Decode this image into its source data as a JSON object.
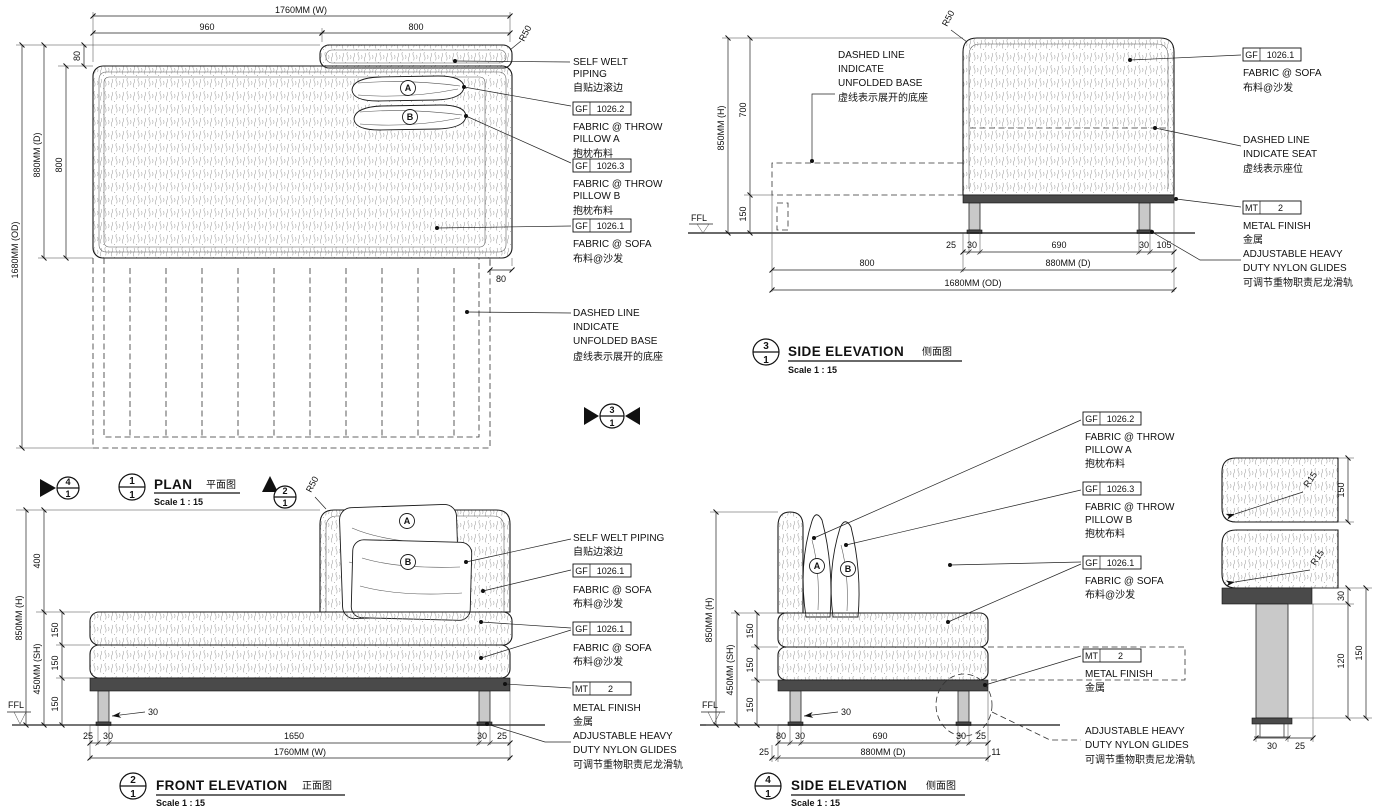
{
  "common": {
    "gf": "GF",
    "mt": "MT",
    "mt_num": "2",
    "code_sofa": "1026.1",
    "code_pillow_a": "1026.2",
    "code_pillow_b": "1026.3",
    "fabric_sofa": "FABRIC @ SOFA",
    "fabric_sofa_cn": "布料@沙发",
    "fabric_throw": "FABRIC @ THROW",
    "pillow_a": "PILLOW A",
    "pillow_b": "PILLOW B",
    "pillow_cn": "抱枕布料",
    "metal_finish": "METAL FINISH",
    "metal_cn": "金属",
    "glides_1": "ADJUSTABLE HEAVY",
    "glides_2": "DUTY NYLON GLIDES",
    "glides_cn": "可调节重物职责尼龙滑轨",
    "welt_1": "SELF WELT",
    "welt_2": "PIPING",
    "welt_line": "SELF WELT PIPING",
    "welt_cn": "自贴边滚边",
    "dashed_1": "DASHED LINE",
    "dashed_2": "INDICATE",
    "dashed_3": "UNFOLDED BASE",
    "dashed_cn": "虚线表示展开的底座",
    "seat_2": "INDICATE SEAT",
    "seat_cn": "虚线表示座位",
    "ffl": "FFL",
    "scale": "Scale 1 : 15",
    "label_a": "A",
    "label_b": "B",
    "r50": "R50",
    "r15": "R15",
    "den": "1"
  },
  "plan": {
    "num": "1",
    "title": "PLAN",
    "title_cn": "平面图",
    "dims": {
      "w": "1760MM (W)",
      "w960": "960",
      "w800": "800",
      "od": "1680MM (OD)",
      "d": "880MM (D)",
      "d800": "800",
      "d80": "80",
      "d80r": "80"
    }
  },
  "se3": {
    "num": "3",
    "title": "SIDE ELEVATION",
    "title_cn": "侧面图",
    "dims": {
      "h": "850MM (H)",
      "h700": "700",
      "h150": "150",
      "b25": "25",
      "b30a": "30",
      "b690": "690",
      "b30b": "30",
      "b105": "105",
      "b800": "800",
      "bd": "880MM (D)",
      "bod": "1680MM (OD)"
    }
  },
  "fe": {
    "num": "2",
    "title": "FRONT ELEVATION",
    "title_cn": "正面图",
    "dims": {
      "h": "850MM (H)",
      "h400": "400",
      "sh": "450MM (SH)",
      "h150a": "150",
      "h150b": "150",
      "h150c": "150",
      "b25l": "25",
      "b30l": "30",
      "b1650": "1650",
      "b30r": "30",
      "b25r": "25",
      "bw": "1760MM (W)",
      "leg30": "30"
    }
  },
  "se4": {
    "num": "4",
    "title": "SIDE ELEVATION",
    "title_cn": "侧面图",
    "dims": {
      "h": "850MM (H)",
      "sh": "450MM (SH)",
      "h150a": "150",
      "h150b": "150",
      "h150c": "150",
      "b80": "80",
      "b30l": "30",
      "b690": "690",
      "b30r": "30",
      "b25r": "25",
      "b25": "25",
      "bd": "880MM (D)",
      "b11": "11",
      "leg30": "30"
    }
  },
  "detail": {
    "d150t": "150",
    "d30bar": "30",
    "d120": "120",
    "d150b": "150",
    "d30w": "30",
    "d25": "25"
  },
  "markers": {
    "m2": "2",
    "m3": "3",
    "m4": "4"
  }
}
